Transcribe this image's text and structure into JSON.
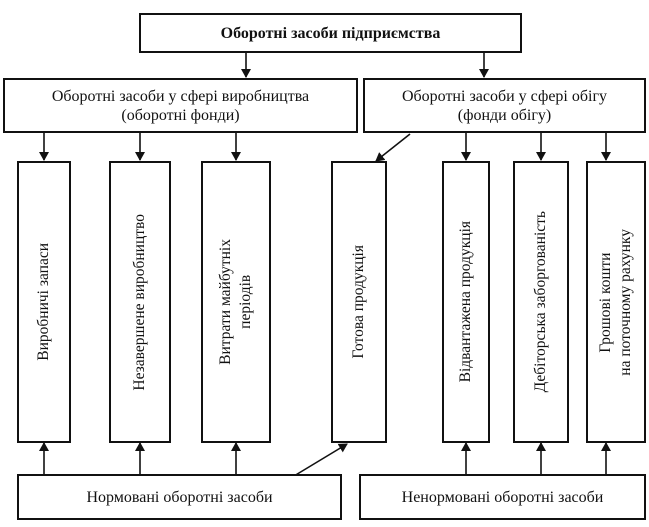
{
  "diagram": {
    "root": "Оборотні засоби підприємства",
    "production_sphere": {
      "line1": "Оборотні засоби у сфері виробництва",
      "line2": "(оборотні фонди)"
    },
    "circulation_sphere": {
      "line1": "Оборотні засоби у сфері обігу",
      "line2": "(фонди обігу)"
    },
    "items": [
      {
        "lines": [
          "Виробничі запаси"
        ]
      },
      {
        "lines": [
          "Незавершене виробництво"
        ]
      },
      {
        "lines": [
          "Витрати майбутніх",
          "періодів"
        ]
      },
      {
        "lines": [
          "Готова продукція"
        ]
      },
      {
        "lines": [
          "Відвантажена продукція"
        ]
      },
      {
        "lines": [
          "Дебіторська заборгованість"
        ]
      },
      {
        "lines": [
          "Грошові кошти",
          "на поточному рахунку"
        ]
      }
    ],
    "normalized": "Нормовані оборотні засоби",
    "non_normalized": "Ненормовані оборотні засоби",
    "line_color": "#111111"
  }
}
